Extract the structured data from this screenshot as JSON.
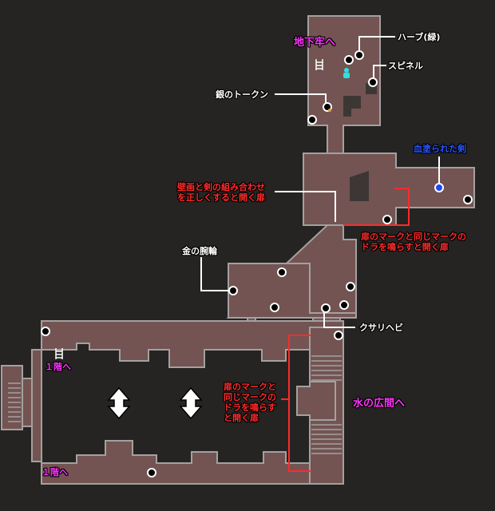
{
  "colors": {
    "background": "#262422",
    "floor": "#735453",
    "wall": "#a3a19f",
    "item_dot": "#000000",
    "label_white": "#ffffff",
    "label_red": "#ff2a2a",
    "label_magenta": "#ff33ff",
    "label_blue": "#2a55ff",
    "special_dot": "#1e46ff",
    "save_icon": "#2ee0e0"
  },
  "labels": {
    "to_dungeon": "地下牢へ",
    "herb_green": "ハーブ(緑)",
    "spinel": "スピネル",
    "silver_token": "銀のトークン",
    "bloody_sword": "血塗られた剣",
    "mural_door": "壁画と剣の組み合わせ\nを正しくすると開く扉",
    "door_mark_right": "扉のマークと同じマークの\nドラを鳴らすと開く扉",
    "gold_bracelet": "金の腕輪",
    "kusari_hebi": "クサリヘビ",
    "to_1f_upper": "１階へ",
    "to_1f_lower": "１階へ",
    "door_mark_left": "扉のマークと\n同じマークの\nドラを鳴らす\nと開く扉",
    "to_water_hall": "水の広間へ"
  },
  "icons": {
    "stairs": "ladder-icon",
    "save": "typewriter-icon",
    "elevator": "double-arrow-icon"
  }
}
